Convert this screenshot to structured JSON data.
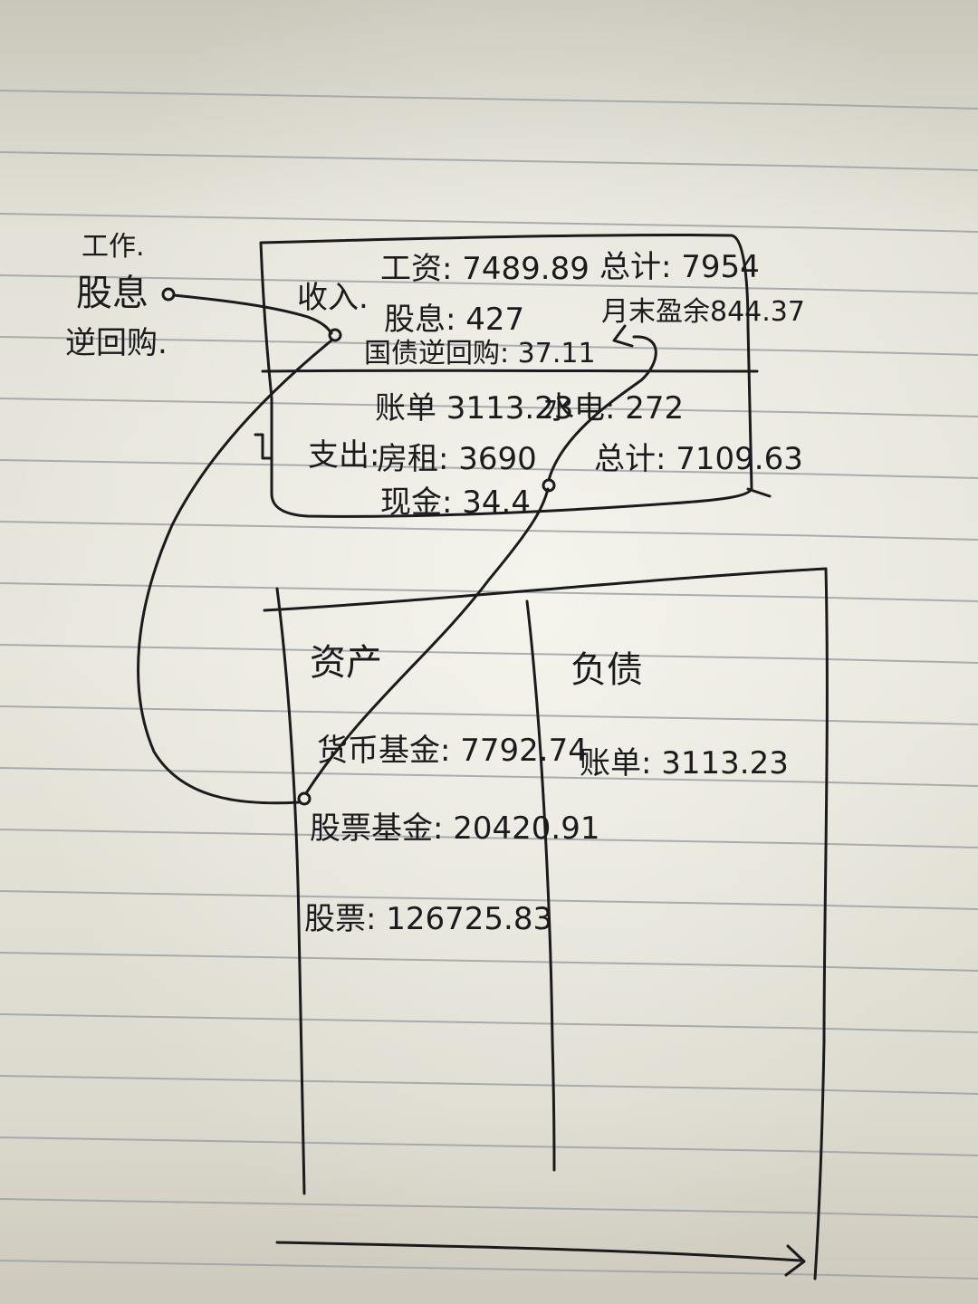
{
  "income_sources": [
    "工作.",
    "股息",
    "逆回购."
  ],
  "income": {
    "label": "收入.",
    "salary": "工资: 7489.89",
    "dividend": "股息: 427",
    "repo": "国债逆回购: 37.11",
    "total": "总计: 7954",
    "month_end_balance": "月末盈余844.37"
  },
  "expense": {
    "label": "支出:",
    "bill": "账单 3113.23",
    "utilities": "水电: 272",
    "rent": "房租: 3690",
    "cash": "现金: 34.4",
    "total": "总计: 7109.63"
  },
  "assets": {
    "title": "资产",
    "money_fund": "货币基金: 7792.74",
    "stock_fund": "股票基金: 20420.91",
    "stocks": "股票: 126725.83"
  },
  "liabilities": {
    "title": "负债",
    "bill": "账单: 3113.23"
  },
  "colors": {
    "paper": "#e6e4da",
    "rule_line": "#9fa3a8",
    "ink": "#1b1b1d"
  }
}
